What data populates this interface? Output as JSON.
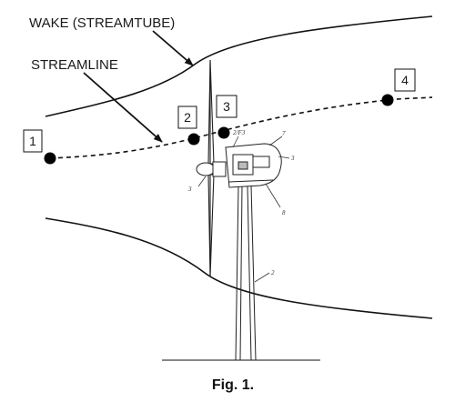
{
  "labels": {
    "wake": "WAKE (STREAMTUBE)",
    "streamline": "STREAMLINE"
  },
  "stations": [
    "1",
    "2",
    "3",
    "4"
  ],
  "part_numbers": {
    "p23": "2/F3",
    "p7": "7",
    "p3a": "3",
    "p3b": "3",
    "p8": "8",
    "p2": "2"
  },
  "caption": "Fig. 1."
}
